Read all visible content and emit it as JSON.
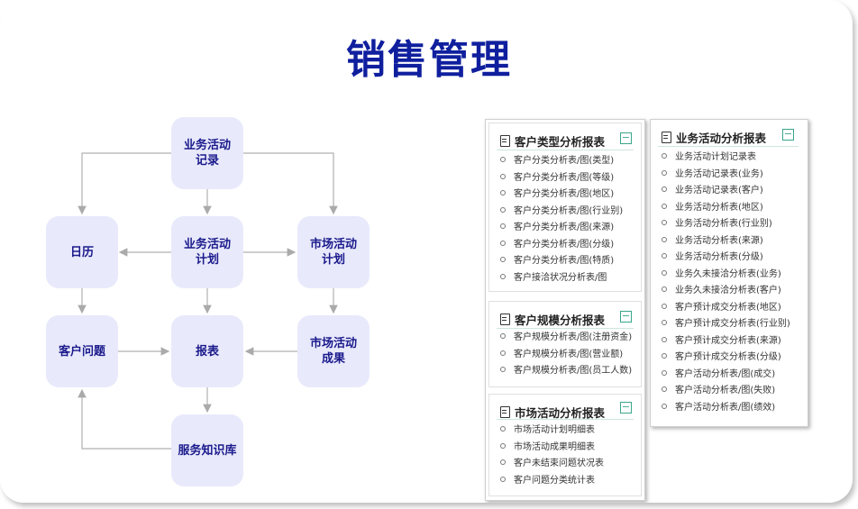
{
  "title": "销售管理",
  "flow": {
    "nodes": {
      "activity_record": "业务活动\n记录",
      "calendar": "日历",
      "activity_plan": "业务活动\n计划",
      "market_plan": "市场活动\n计划",
      "customer_issue": "客户问题",
      "report": "报表",
      "market_result": "市场活动\n成果",
      "knowledge_base": "服务知识库"
    }
  },
  "panels": {
    "customer_type": {
      "title": "客户类型分析报表",
      "items": [
        "客户分类分析表/图(类型)",
        "客户分类分析表/图(等级)",
        "客户分类分析表/图(地区)",
        "客户分类分析表/图(行业别)",
        "客户分类分析表/图(来源)",
        "客户分类分析表/图(分级)",
        "客户分类分析表/图(特质)",
        "客户接洽状况分析表/图"
      ]
    },
    "customer_scale": {
      "title": "客户规模分析报表",
      "items": [
        "客户规模分析表/图(注册资金)",
        "客户规模分析表/图(营业额)",
        "客户规模分析表/图(员工人数)"
      ]
    },
    "market_activity": {
      "title": "市场活动分析报表",
      "items": [
        "市场活动计划明细表",
        "市场活动成果明细表",
        "客户未结束问题状况表",
        "客户问题分类统计表"
      ]
    },
    "business_activity": {
      "title": "业务活动分析报表",
      "items": [
        "业务活动计划记录表",
        "业务活动记录表(业务)",
        "业务活动记录表(客户)",
        "业务活动分析表(地区)",
        "业务活动分析表(行业别)",
        "业务活动分析表(来源)",
        "业务活动分析表(分级)",
        "业务久未接洽分析表(业务)",
        "业务久未接洽分析表(客户)",
        "客户预计成交分析表(地区)",
        "客户预计成交分析表(行业别)",
        "客户预计成交分析表(来源)",
        "客户预计成交分析表(分级)",
        "客户活动分析表/图(成交)",
        "客户活动分析表/图(失败)",
        "客户活动分析表/图(绩效)"
      ]
    }
  }
}
